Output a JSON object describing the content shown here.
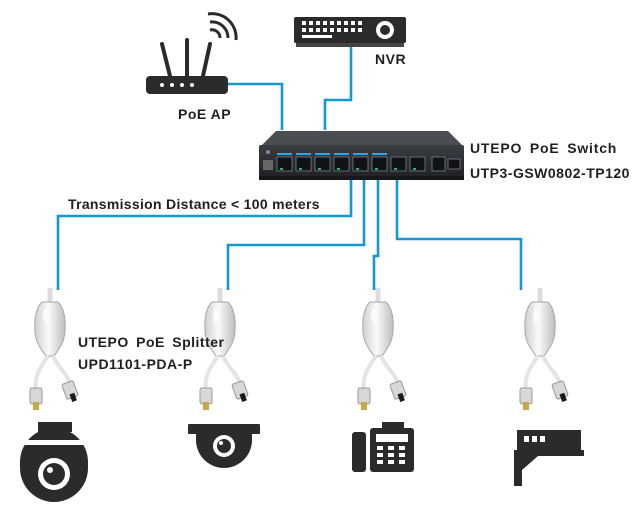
{
  "labels": {
    "poe_ap": "PoE AP",
    "nvr": "NVR",
    "switch_brand": "UTEPO  PoE  Switch",
    "switch_model": "UTP3-GSW0802-TP120",
    "distance": "Transmission Distance < 100 meters",
    "splitter_brand": "UTEPO  PoE  Splitter",
    "splitter_model": "UPD1101-PDA-P"
  },
  "devices": [
    {
      "name": "ip-camera",
      "icon": "ptz-camera-icon"
    },
    {
      "name": "dome-camera",
      "icon": "dome-camera-icon"
    },
    {
      "name": "ip-phone",
      "icon": "ip-phone-icon"
    },
    {
      "name": "access-controller",
      "icon": "access-controller-icon"
    }
  ],
  "colors": {
    "cable": "#1597d6",
    "device": "#2b2b2b",
    "switch_body": "#2d2f33",
    "splitter": "#e8e8e8"
  }
}
